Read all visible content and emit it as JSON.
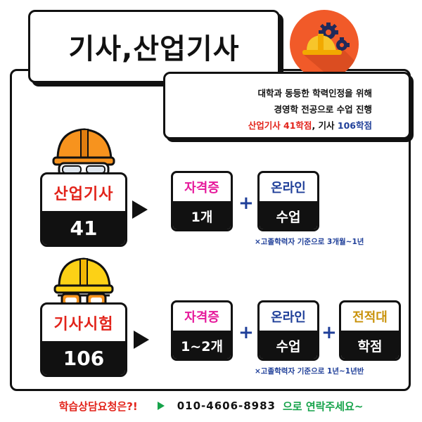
{
  "header": {
    "title": "기사,산업기사"
  },
  "info": {
    "line1": "대학과 동등한 학력인정을 위해",
    "line2": "경영학 전공으로 수업 진행",
    "line3_red": "산업기사 41학점",
    "line3_sep": ", ",
    "line3_dark": "기사 ",
    "line3_blue": "106학점"
  },
  "row1": {
    "label": "산업기사",
    "number": "41",
    "card1_top": "자격증",
    "card1_bottom": "1개",
    "card2_top": "온라인",
    "card2_bottom": "수업",
    "plus": "+",
    "note": "×고졸학력자 기준으로 3개월~1년"
  },
  "row2": {
    "label": "기사시험",
    "number": "106",
    "card1_top": "자격증",
    "card1_bottom": "1~2개",
    "card2_top": "온라인",
    "card2_bottom": "수업",
    "card3_top": "전적대",
    "card3_bottom": "학점",
    "plus1": "+",
    "plus2": "+",
    "note": "×고졸학력자 기준으로 1년~1년반"
  },
  "footer": {
    "question": "학습상담요청은?!",
    "phone": "010-4606-8983",
    "tail": "으로 연락주세요~"
  },
  "colors": {
    "red": "#e2231a",
    "blue": "#1f3f99",
    "magenta": "#e6199b",
    "gold": "#c9920a",
    "green": "#16a34a",
    "icon_orange": "#f15a29"
  },
  "icons": [
    "helmet-gears-icon",
    "orange-helmet-goggles-icon",
    "yellow-helmet-glasses-icon",
    "arrow-right-icon"
  ]
}
